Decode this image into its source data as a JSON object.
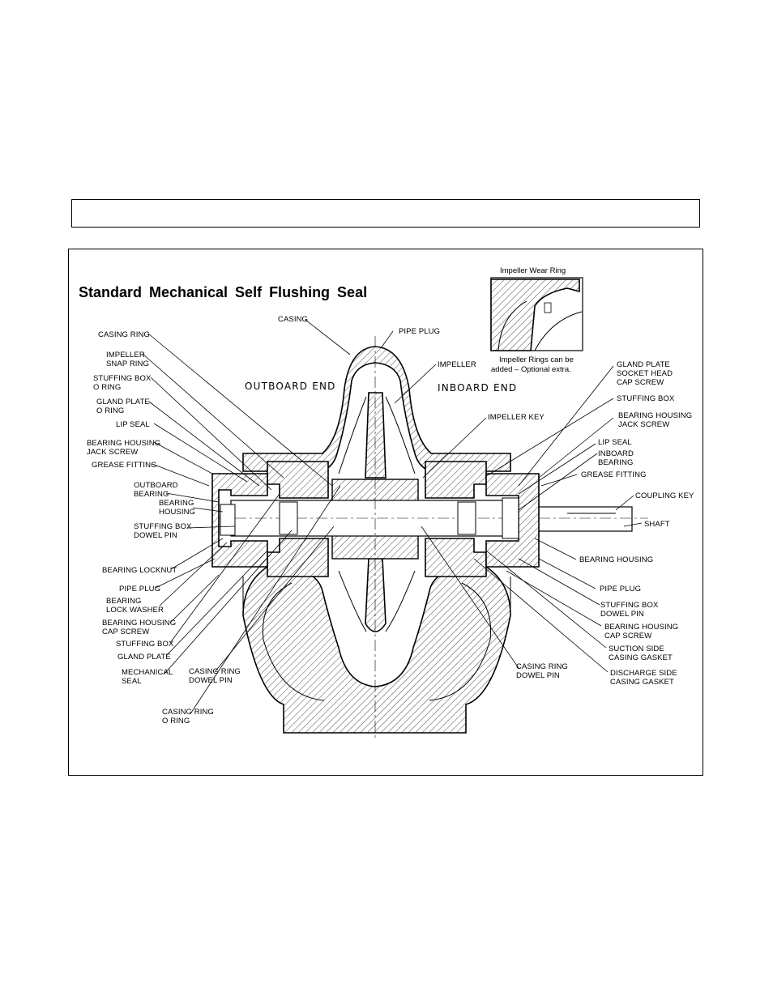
{
  "title": "Standard Mechanical Self Flushing Seal",
  "ends": {
    "outboard": "OUTBOARD END",
    "inboard": "INBOARD END"
  },
  "inset": {
    "title": "Impeller Wear Ring",
    "note_line1": "Impeller Rings can be",
    "note_line2": "added – Optional extra."
  },
  "labels": {
    "casing": "CASING",
    "pipe_plug_top": "PIPE PLUG",
    "impeller": "IMPELLER",
    "impeller_key": "IMPELLER KEY",
    "casing_ring": "CASING RING",
    "impeller_snap_ring_1": "IMPELLER",
    "impeller_snap_ring_2": "SNAP RING",
    "stuffing_box_o_ring_1": "STUFFING BOX",
    "stuffing_box_o_ring_2": "O RING",
    "gland_plate_o_ring_1": "GLAND PLATE",
    "gland_plate_o_ring_2": "O RING",
    "lip_seal_left": "LIP SEAL",
    "bh_jack_screw_left_1": "BEARING HOUSING",
    "bh_jack_screw_left_2": "JACK SCREW",
    "grease_fitting_left": "GREASE FITTING",
    "outboard_bearing_1": "OUTBOARD",
    "outboard_bearing_2": "BEARING",
    "bearing_housing_left_1": "BEARING",
    "bearing_housing_left_2": "HOUSING",
    "sb_dowel_left_1": "STUFFING BOX",
    "sb_dowel_left_2": "DOWEL PIN",
    "bearing_locknut": "BEARING LOCKNUT",
    "pipe_plug_left": "PIPE PLUG",
    "bearing_lock_washer_1": "BEARING",
    "bearing_lock_washer_2": "LOCK WASHER",
    "bh_cap_screw_left_1": "BEARING HOUSING",
    "bh_cap_screw_left_2": "CAP SCREW",
    "stuffing_box_left": "STUFFING BOX",
    "gland_plate_left": "GLAND PLATE",
    "mechanical_seal_1": "MECHANICAL",
    "mechanical_seal_2": "SEAL",
    "casing_ring_dowel_left_1": "CASING RING",
    "casing_ring_dowel_left_2": "DOWEL PIN",
    "casing_ring_o_ring_1": "CASING RING",
    "casing_ring_o_ring_2": "O RING",
    "gland_plate_shcs_1": "GLAND PLATE",
    "gland_plate_shcs_2": "SOCKET HEAD",
    "gland_plate_shcs_3": "CAP SCREW",
    "stuffing_box_right": "STUFFING BOX",
    "bh_jack_screw_right_1": "BEARING HOUSING",
    "bh_jack_screw_right_2": "JACK SCREW",
    "lip_seal_right": "LIP SEAL",
    "inboard_bearing_1": "INBOARD",
    "inboard_bearing_2": "BEARING",
    "grease_fitting_right": "GREASE FITTING",
    "coupling_key": "COUPLING KEY",
    "shaft": "SHAFT",
    "bearing_housing_right": "BEARING HOUSING",
    "pipe_plug_right": "PIPE PLUG",
    "sb_dowel_right_1": "STUFFING BOX",
    "sb_dowel_right_2": "DOWEL PIN",
    "bh_cap_screw_right_1": "BEARING HOUSING",
    "bh_cap_screw_right_2": "CAP SCREW",
    "suction_gasket_1": "SUCTION SIDE",
    "suction_gasket_2": "CASING GASKET",
    "discharge_gasket_1": "DISCHARGE SIDE",
    "discharge_gasket_2": "CASING GASKET",
    "casing_ring_dowel_right_1": "CASING RING",
    "casing_ring_dowel_right_2": "DOWEL PIN"
  }
}
